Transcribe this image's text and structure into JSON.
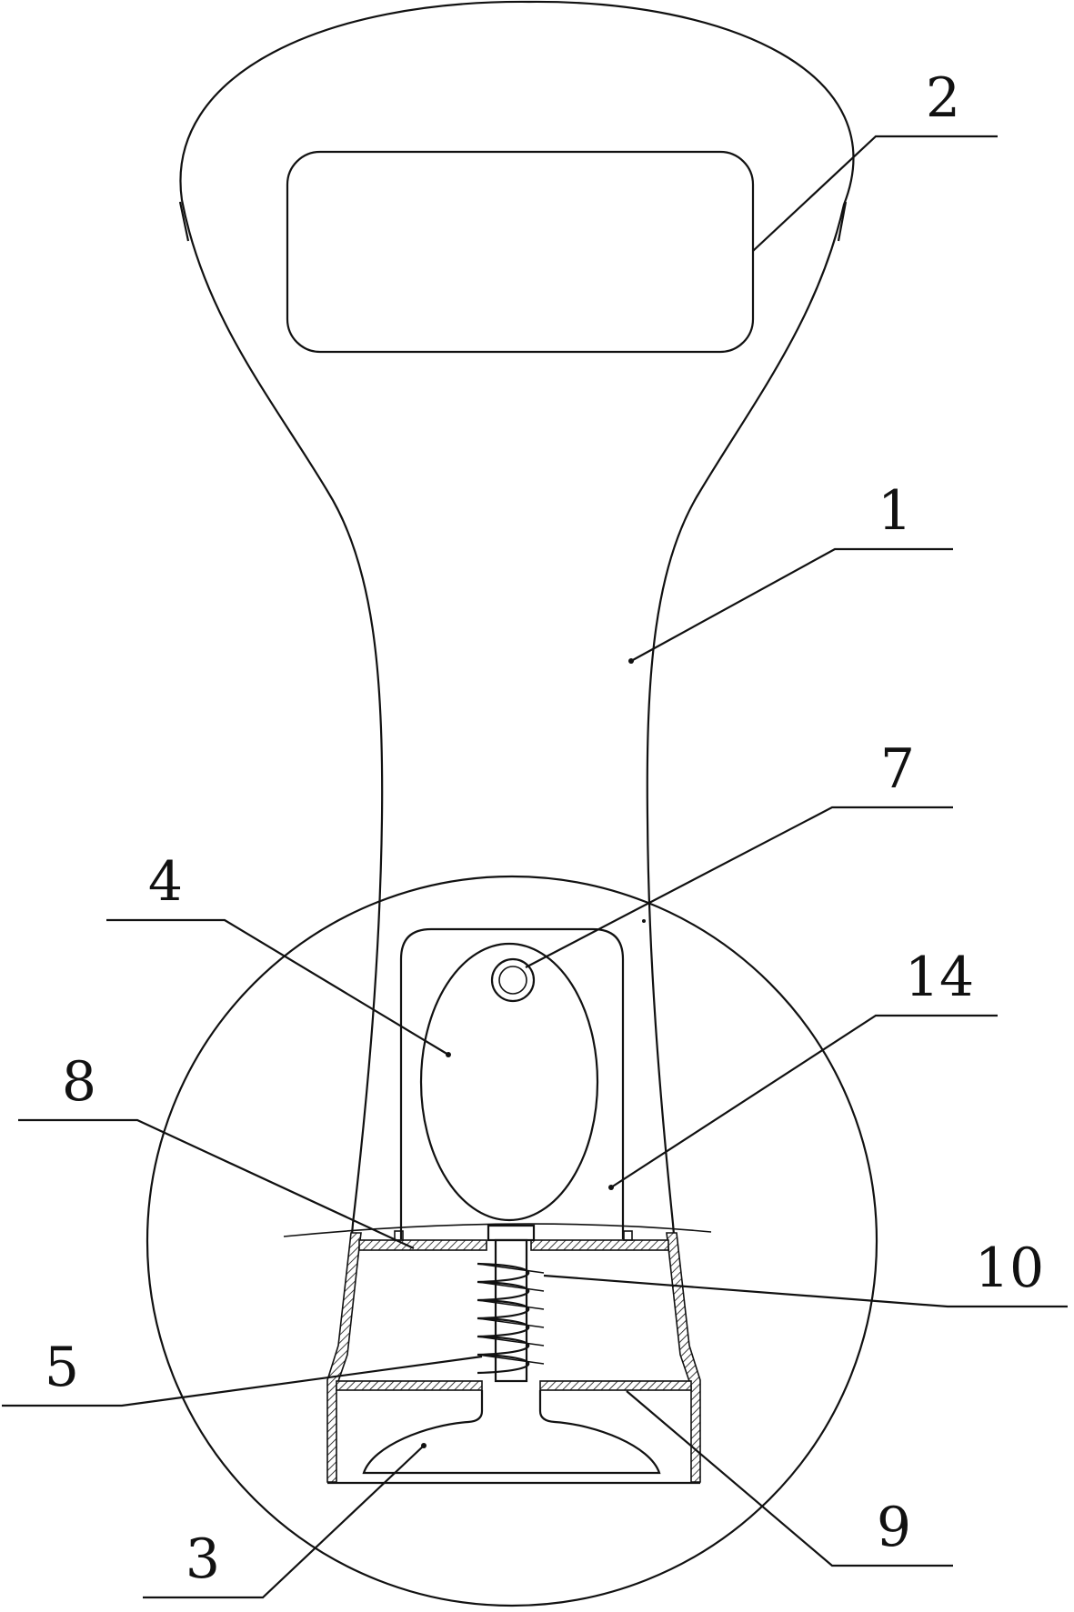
{
  "labels": [
    {
      "id": "1",
      "text": "1"
    },
    {
      "id": "2",
      "text": "2"
    },
    {
      "id": "3",
      "text": "3"
    },
    {
      "id": "4",
      "text": "4"
    },
    {
      "id": "5",
      "text": "5"
    },
    {
      "id": "7",
      "text": "7"
    },
    {
      "id": "8",
      "text": "8"
    },
    {
      "id": "9",
      "text": "9"
    },
    {
      "id": "10",
      "text": "10"
    },
    {
      "id": "14",
      "text": "14"
    }
  ]
}
